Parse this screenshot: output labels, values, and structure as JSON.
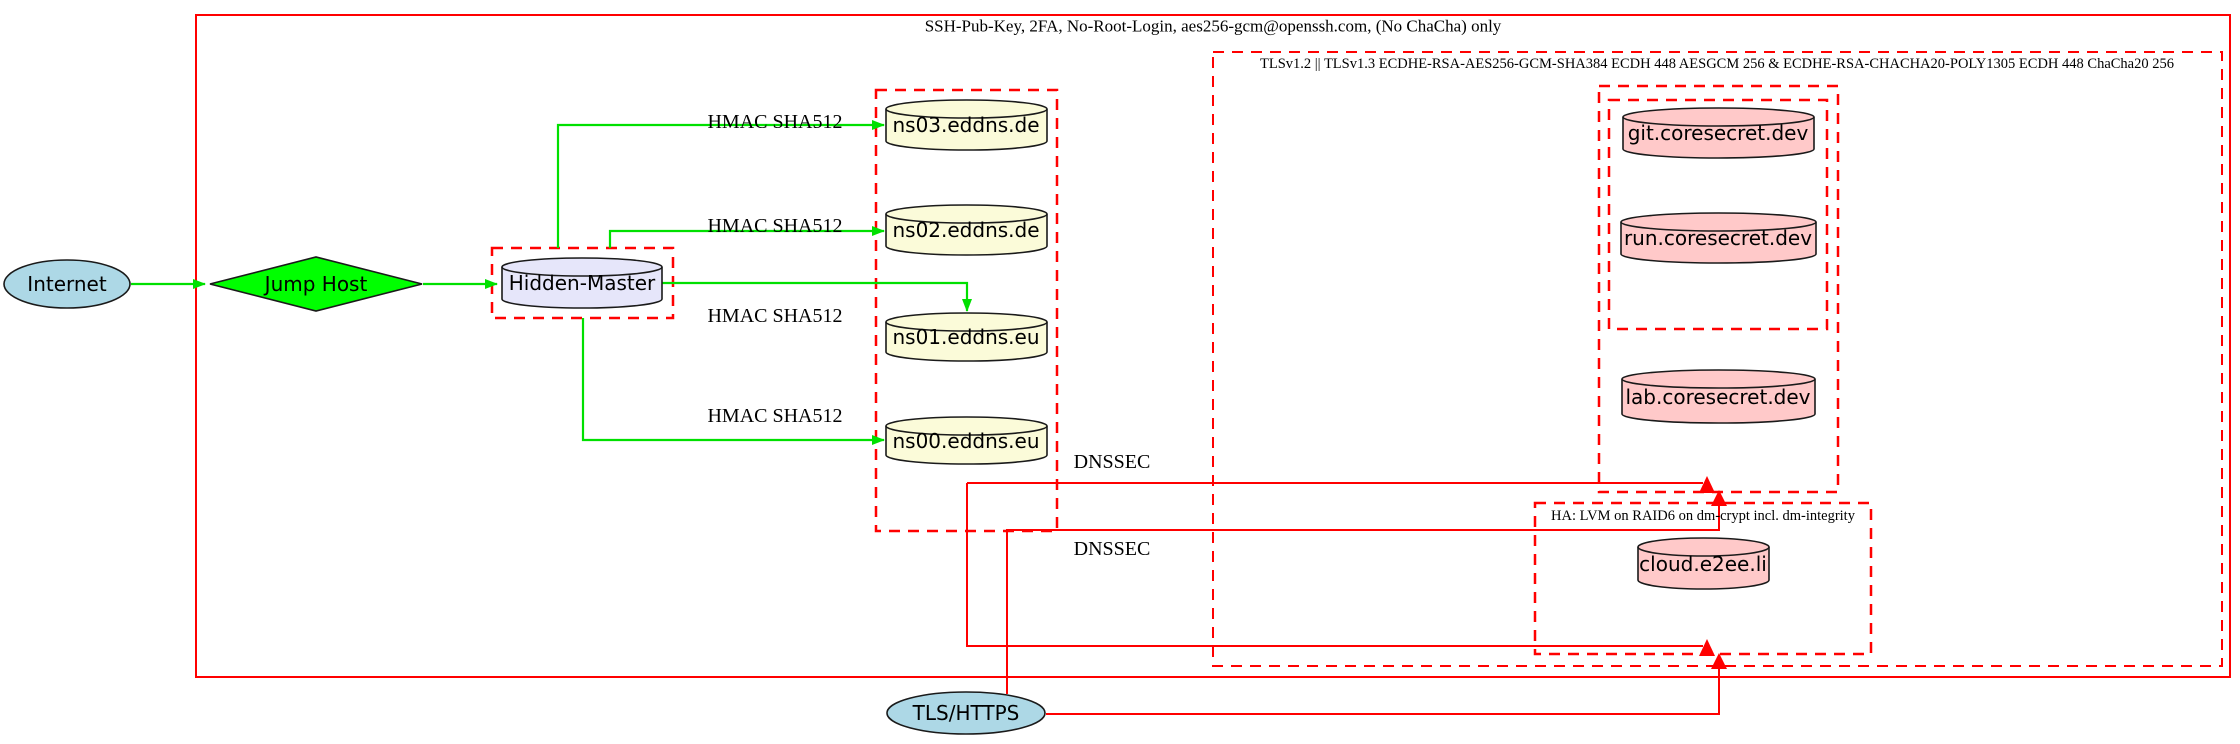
{
  "clusters": {
    "ssh": {
      "label": "SSH-Pub-Key, 2FA, No-Root-Login, aes256-gcm@openssh.com, (No ChaCha) only",
      "border_style": "solid",
      "border_color": "#ff0000"
    },
    "tls": {
      "label": "TLSv1.2 || TLSv1.3 ECDHE-RSA-AES256-GCM-SHA384 ECDH 448 AESGCM 256 & ECDHE-RSA-CHACHA20-POLY1305 ECDH 448 ChaCha20 256",
      "border_style": "dashed",
      "border_color": "#ff0000"
    },
    "ha": {
      "label": "HA: LVM on RAID6 on dm-crypt incl. dm-integrity",
      "border_style": "dashed",
      "border_color": "#ff0000"
    },
    "hidden_master_box": {
      "label": "",
      "border_style": "dashed",
      "border_color": "#ff0000"
    },
    "nameserver_box": {
      "label": "",
      "border_style": "dashed",
      "border_color": "#ff0000"
    },
    "coresecret_outer": {
      "label": "",
      "border_style": "dashed",
      "border_color": "#ff0000"
    },
    "coresecret_inner": {
      "label": "",
      "border_style": "dashed",
      "border_color": "#ff0000"
    }
  },
  "nodes": {
    "internet": {
      "label": "Internet",
      "shape": "ellipse",
      "fill": "#ADD8E6"
    },
    "jump_host": {
      "label": "Jump Host",
      "shape": "diamond",
      "fill": "#00FF00"
    },
    "hidden_master": {
      "label": "Hidden-Master",
      "shape": "cylinder",
      "fill": "#E6E6FA"
    },
    "ns03": {
      "label": "ns03.eddns.de",
      "shape": "cylinder",
      "fill": "#FBFBD9"
    },
    "ns02": {
      "label": "ns02.eddns.de",
      "shape": "cylinder",
      "fill": "#FBFBD9"
    },
    "ns01": {
      "label": "ns01.eddns.eu",
      "shape": "cylinder",
      "fill": "#FBFBD9"
    },
    "ns00": {
      "label": "ns00.eddns.eu",
      "shape": "cylinder",
      "fill": "#FBFBD9"
    },
    "git": {
      "label": "git.coresecret.dev",
      "shape": "cylinder",
      "fill": "#FFC9C9"
    },
    "run": {
      "label": "run.coresecret.dev",
      "shape": "cylinder",
      "fill": "#FFC9C9"
    },
    "lab": {
      "label": "lab.coresecret.dev",
      "shape": "cylinder",
      "fill": "#FFC9C9"
    },
    "cloud": {
      "label": "cloud.e2ee.li",
      "shape": "cylinder",
      "fill": "#FFC9C9"
    },
    "tls_https": {
      "label": "TLS/HTTPS",
      "shape": "ellipse",
      "fill": "#ADD8E6"
    }
  },
  "edge_labels": {
    "hmac_ns03": "HMAC SHA512",
    "hmac_ns02": "HMAC SHA512",
    "hmac_ns01": "HMAC SHA512",
    "hmac_ns00": "HMAC SHA512",
    "dnssec_top": "DNSSEC",
    "dnssec_bottom": "DNSSEC"
  },
  "colors": {
    "secure_transfer_edge": "#00E000",
    "jump_host_fill": "#00FF00",
    "red_edge_and_borders": "#FF0000",
    "internet_fill": "#ADD8E6",
    "hidden_master_fill": "#E6E6FA",
    "nameserver_fill": "#FBFBD9",
    "service_fill": "#FFC9C9",
    "node_border": "#1A1A1A",
    "text": "#000000"
  }
}
